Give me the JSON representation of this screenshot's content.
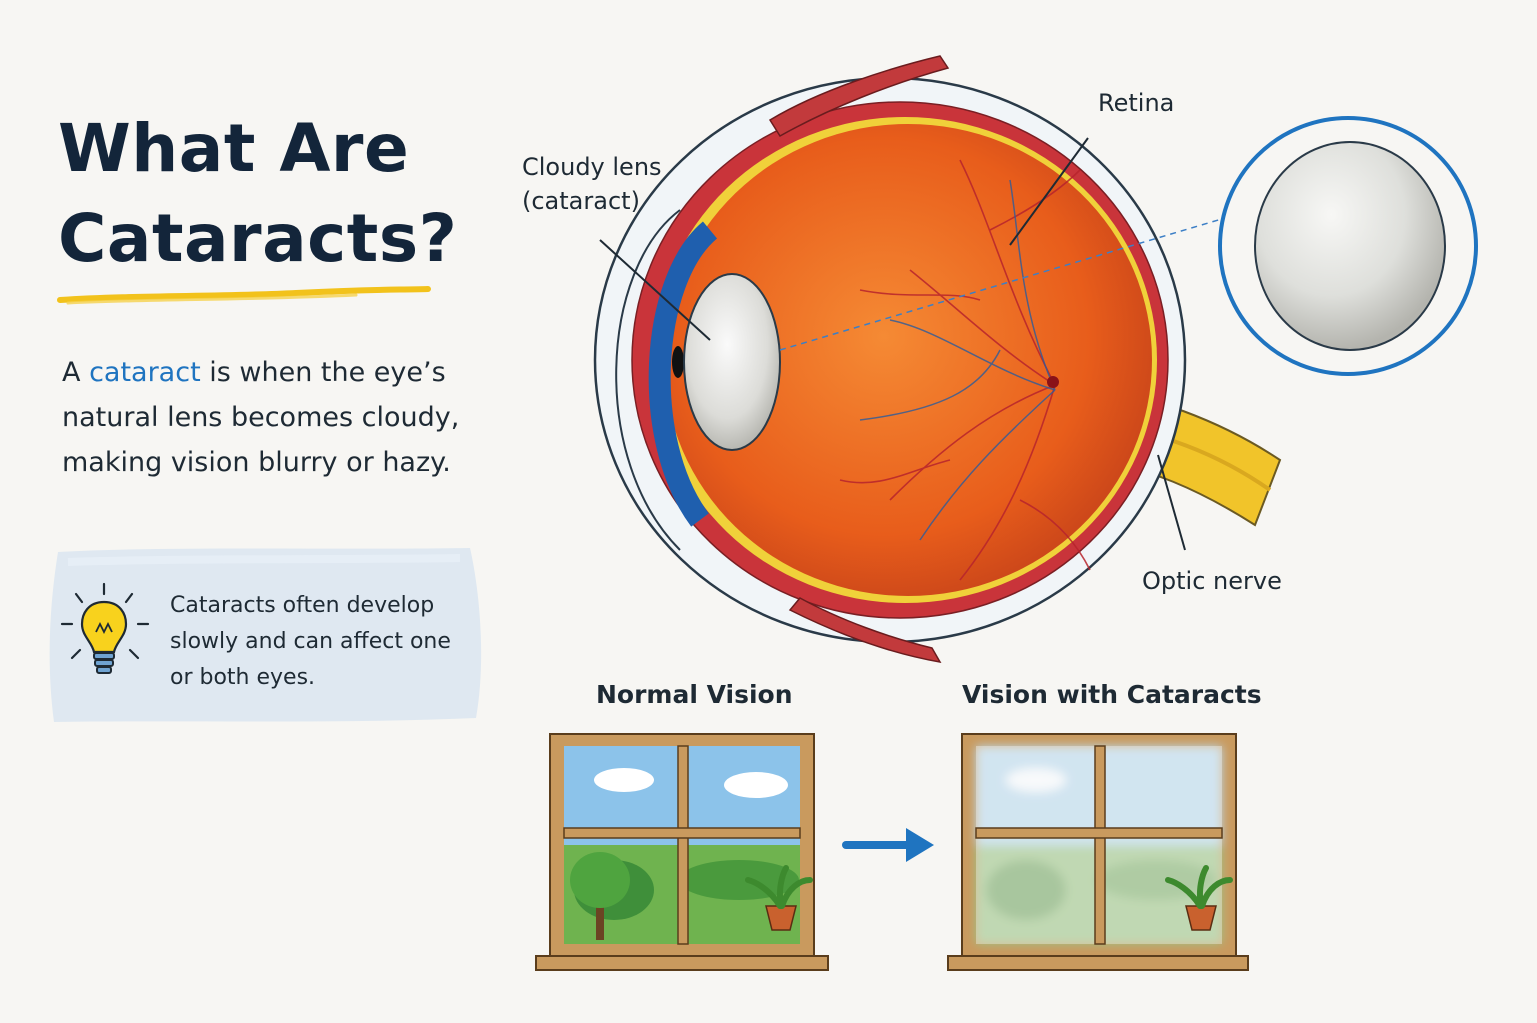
{
  "title": {
    "line1": "What Are",
    "line2": "Cataracts?"
  },
  "intro": {
    "prefix": "A ",
    "highlight": "cataract",
    "rest1": " is when the eye’s",
    "line2": "natural lens becomes cloudy,",
    "line3": "making vision blurry or hazy."
  },
  "tip": {
    "line1": "Cataracts often develop",
    "line2": "slowly and can affect one",
    "line3": "or both eyes.",
    "icon": "lightbulb-icon"
  },
  "labels": {
    "lens_line1": "Cloudy lens",
    "lens_line2": "(cataract)",
    "retina": "Retina",
    "optic_nerve": "Optic nerve"
  },
  "comparison": {
    "normal_title": "Normal Vision",
    "cataract_title": "Vision with Cataracts"
  },
  "colors": {
    "accent_blue": "#1f74c0",
    "underline_yellow": "#f2c21b",
    "title_navy": "#13253a",
    "eye_orange": "#ee6a22",
    "nerve_yellow": "#f1c42a"
  }
}
